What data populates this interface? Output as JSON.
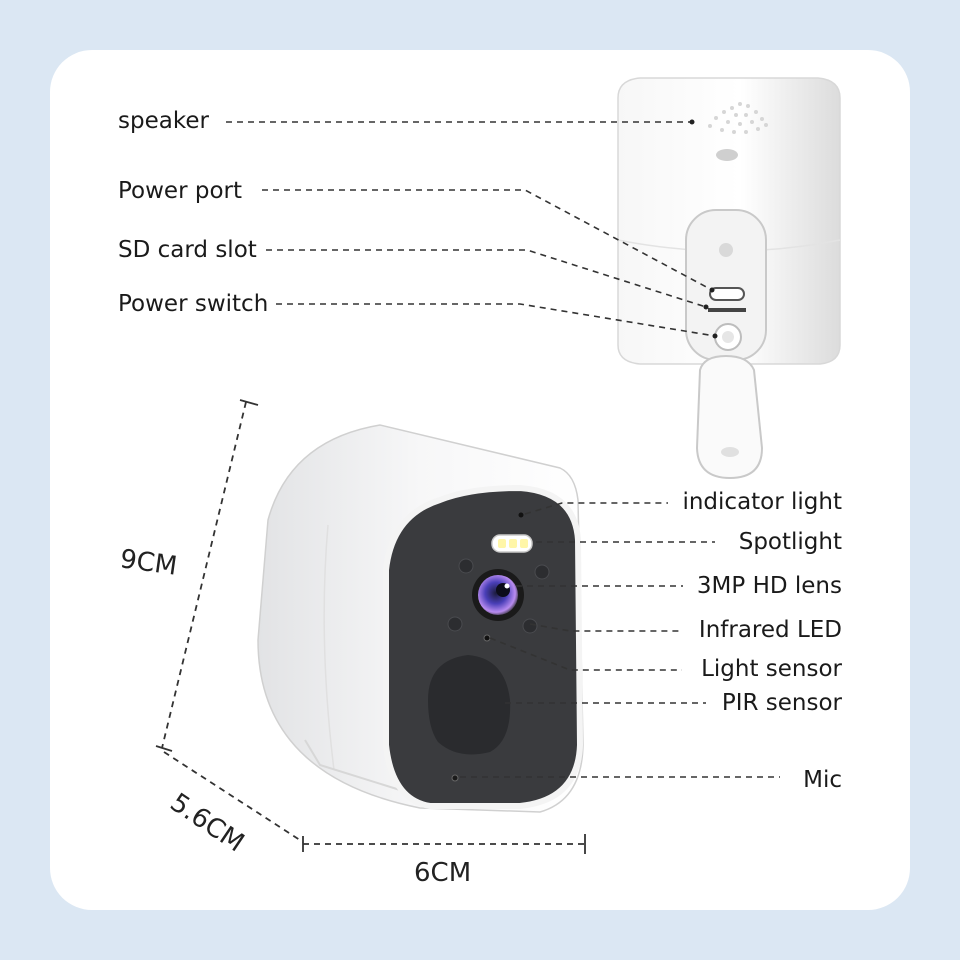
{
  "labels": {
    "speaker": "speaker",
    "power_port": "Power port",
    "sd_card_slot": "SD card slot",
    "power_switch": "Power switch",
    "indicator_light": "indicator light",
    "spotlight": "Spotlight",
    "hd_lens": "3MP HD lens",
    "infrared_led": "Infrared LED",
    "light_sensor": "Light sensor",
    "pir_sensor": "PIR sensor",
    "mic": "Mic"
  },
  "dimensions": {
    "height": "9CM",
    "depth": "5.6CM",
    "width": "6CM"
  },
  "colors": {
    "background": "#dbe7f3",
    "card": "#ffffff",
    "camera_body": "#f2f3f4",
    "camera_face": "#3a3b3e",
    "lens_accent": "#7d4fd6"
  }
}
